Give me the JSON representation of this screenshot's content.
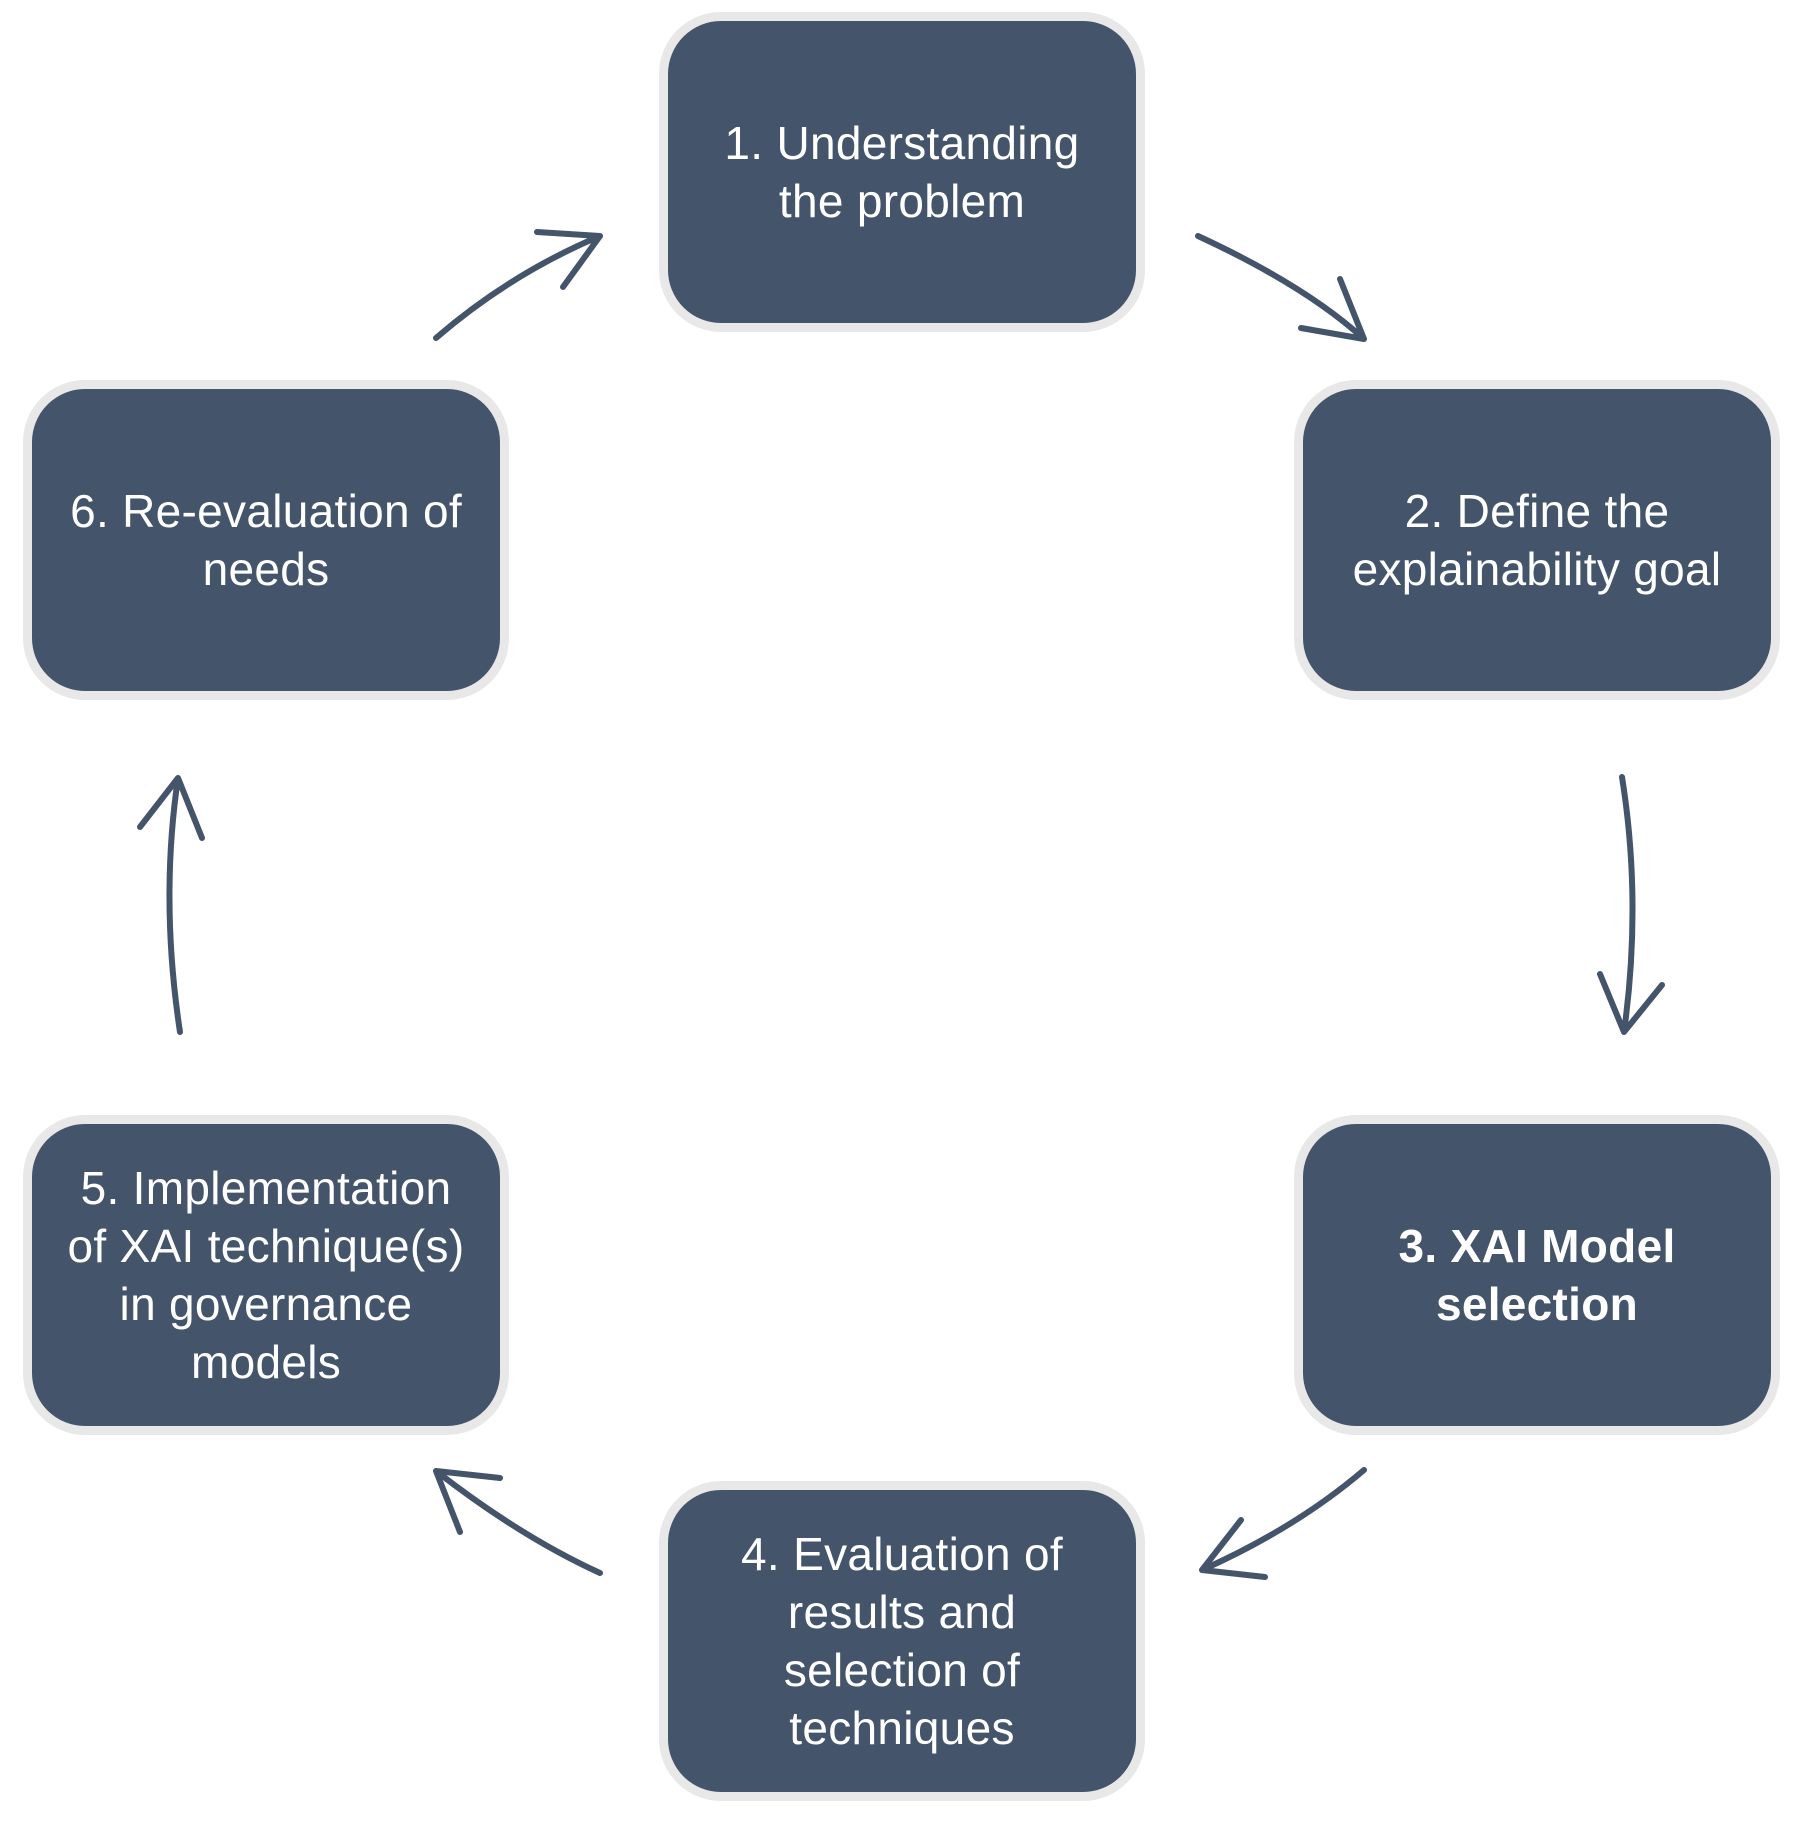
{
  "diagram": {
    "steps": [
      {
        "id": 1,
        "label": "1. Understanding\nthe problem",
        "bold": false
      },
      {
        "id": 2,
        "label": "2. Define the\nexplainability goal",
        "bold": false
      },
      {
        "id": 3,
        "label": "3. XAI Model\nselection",
        "bold": true
      },
      {
        "id": 4,
        "label": "4. Evaluation of\nresults and\nselection of\ntechniques",
        "bold": false
      },
      {
        "id": 5,
        "label": "5. Implementation\nof XAI technique(s)\nin governance\nmodels",
        "bold": false
      },
      {
        "id": 6,
        "label": "6. Re-evaluation of\nneeds",
        "bold": false
      }
    ],
    "flow": [
      {
        "from": 1,
        "to": 2
      },
      {
        "from": 2,
        "to": 3
      },
      {
        "from": 3,
        "to": 4
      },
      {
        "from": 4,
        "to": 5
      },
      {
        "from": 5,
        "to": 6
      },
      {
        "from": 6,
        "to": 1
      }
    ],
    "colors": {
      "box_fill": "#44546a",
      "box_border": "#e8e8e8",
      "text": "#ffffff",
      "arrow": "#44546a",
      "background": "#ffffff"
    }
  }
}
